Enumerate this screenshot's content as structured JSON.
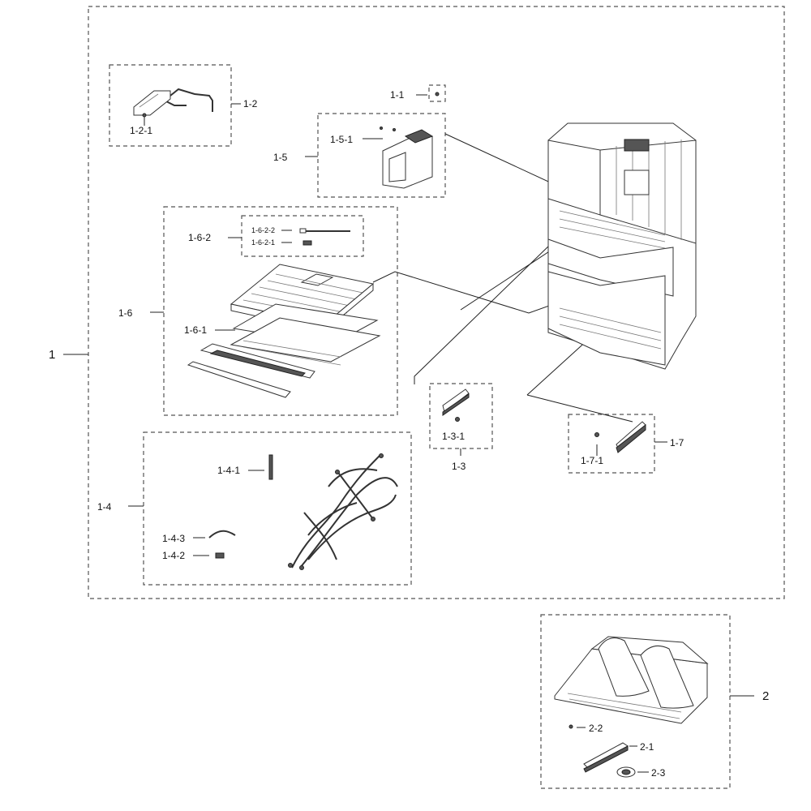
{
  "labels": {
    "p1": "1",
    "p1_1": "1-1",
    "p1_2": "1-2",
    "p1_2_1": "1-2-1",
    "p1_3": "1-3",
    "p1_3_1": "1-3-1",
    "p1_4": "1-4",
    "p1_4_1": "1-4-1",
    "p1_4_2": "1-4-2",
    "p1_4_3": "1-4-3",
    "p1_5": "1-5",
    "p1_5_1": "1-5-1",
    "p1_6": "1-6",
    "p1_6_1": "1-6-1",
    "p1_6_2": "1-6-2",
    "p1_6_2_1": "1-6-2-1",
    "p1_6_2_2": "1-6-2-2",
    "p1_7": "1-7",
    "p1_7_1": "1-7-1",
    "p2": "2",
    "p2_1": "2-1",
    "p2_2": "2-2",
    "p2_3": "2-3"
  }
}
